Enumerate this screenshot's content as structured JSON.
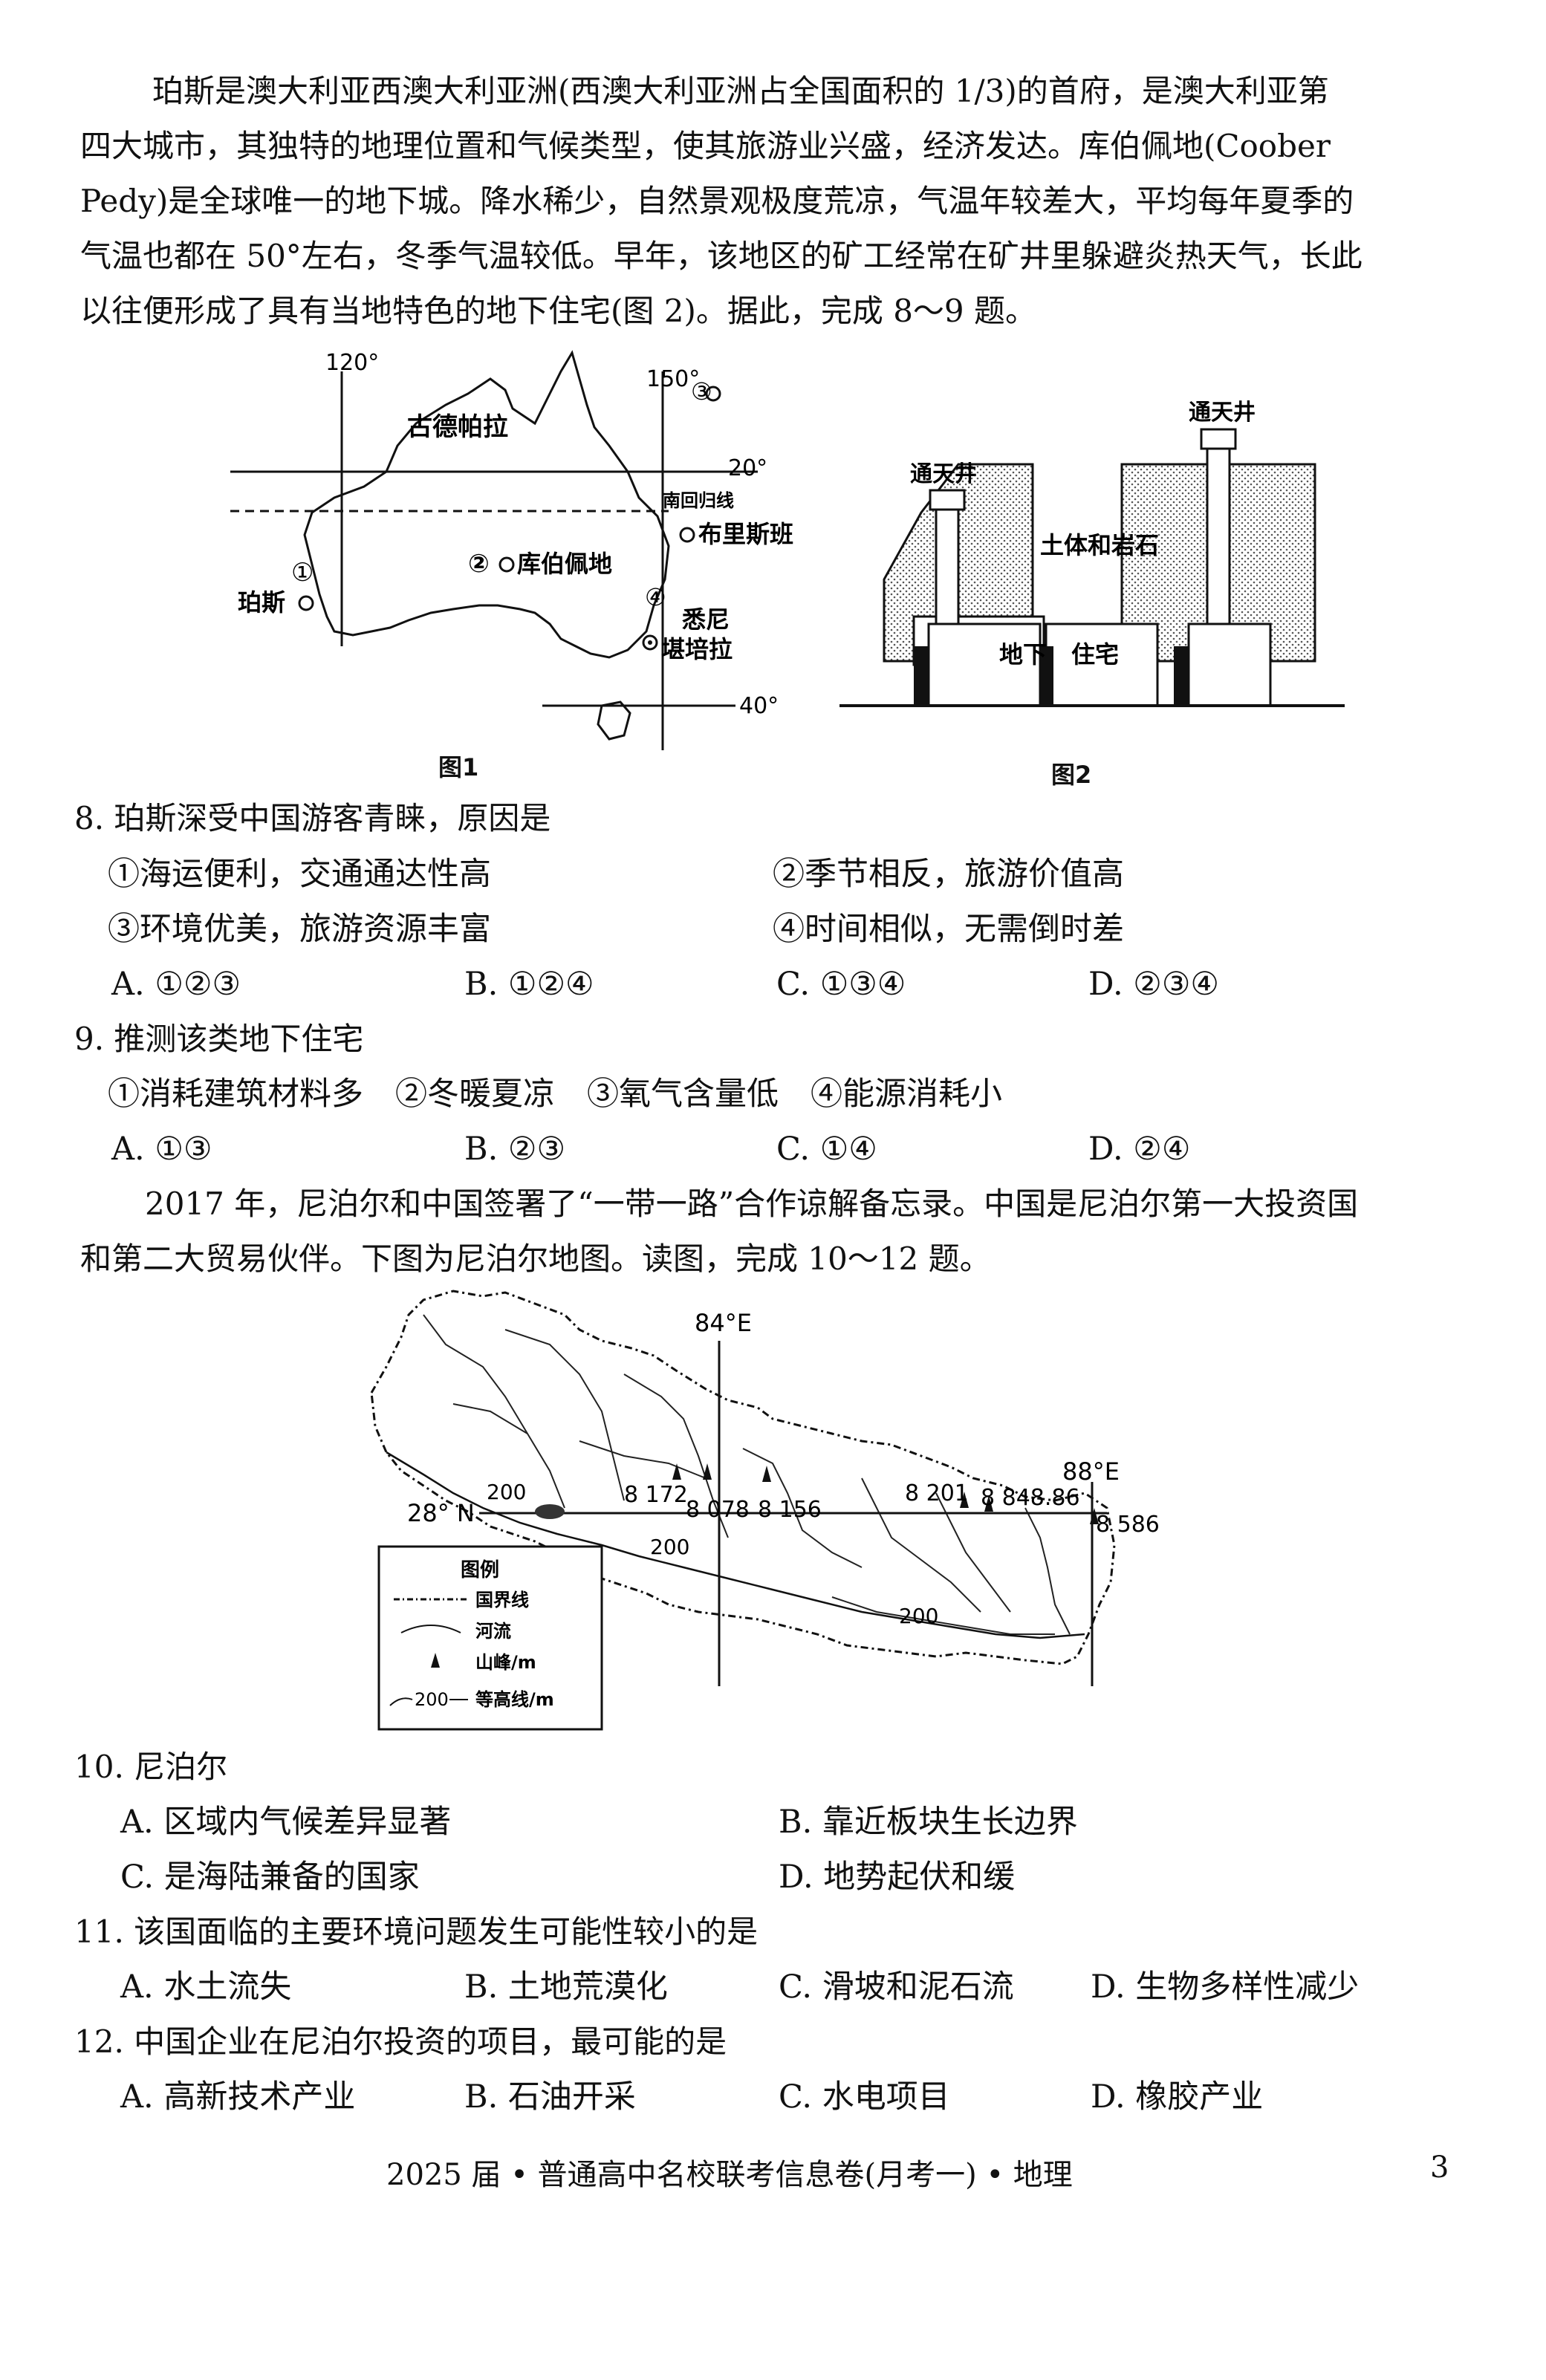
{
  "intro1": [
    "珀斯是澳大利亚西澳大利亚洲(西澳大利亚洲占全国面积的 1/3)的首府，是澳大利亚第",
    "四大城市，其独特的地理位置和气候类型，使其旅游业兴盛，经济发达。库伯佩地(Coober",
    "Pedy)是全球唯一的地下城。降水稀少，自然景观极度荒凉，气温年较差大，平均每年夏季的",
    "气温也都在 50°左右，冬季气温较低。早年，该地区的矿工经常在矿井里躲避炎热天气，长此",
    "以往便形成了具有当地特色的地下住宅(图 2)。据此，完成 8～9 题。"
  ],
  "fig1": {
    "lon120": "120°",
    "lon150": "150°",
    "lat20": "20°",
    "lat40": "40°",
    "tropic": "南回归线",
    "city_gudepala": "古德帕拉",
    "mark3": "③",
    "city_kubopeidi": "库伯佩地",
    "mark2": "②",
    "city_busibin": "布里斯班",
    "city_posi": "珀斯",
    "mark1": "①",
    "city_xini": "悉尼",
    "city_kanpeila": "堪培拉",
    "mark4": "④",
    "caption": "图1"
  },
  "fig2": {
    "shaft_right": "通天井",
    "shaft_left": "通天井",
    "soil": "土体和岩石",
    "under": "地下",
    "house": "住宅",
    "caption": "图2"
  },
  "q8": {
    "stem": "8. 珀斯深受中国游客青睐，原因是",
    "s1": "①海运便利，交通通达性高",
    "s2": "②季节相反，旅游价值高",
    "s3": "③环境优美，旅游资源丰富",
    "s4": "④时间相似，无需倒时差",
    "a": "A. ①②③",
    "b": "B. ①②④",
    "c": "C. ①③④",
    "d": "D. ②③④"
  },
  "q9": {
    "stem": "9. 推测该类地下住宅",
    "s": "①消耗建筑材料多　②冬暖夏凉　③氧气含量低　④能源消耗小",
    "a": "A. ①③",
    "b": "B. ②③",
    "c": "C. ①④",
    "d": "D. ②④"
  },
  "intro2": [
    "2017 年，尼泊尔和中国签署了“一带一路”合作谅解备忘录。中国是尼泊尔第一大投资国",
    "和第二大贸易伙伴。下图为尼泊尔地图。读图，完成 10～12 题。"
  ],
  "nepal": {
    "lon84": "84°E",
    "lon88": "88°E",
    "lat28": "28° N",
    "p1": "8 172",
    "p2": "8 078",
    "p3": "8 156",
    "p4": "8 201",
    "p5": "8 848.86",
    "p6": "8 586",
    "c1": "200",
    "c2": "200",
    "c3": "200",
    "legend_title": "图例",
    "leg_border": "国界线",
    "leg_river": "河流",
    "leg_peak": "山峰/m",
    "leg_contour_num": "200",
    "leg_contour": "等高线/m"
  },
  "q10": {
    "stem": "10. 尼泊尔",
    "a": "A. 区域内气候差异显著",
    "b": "B. 靠近板块生长边界",
    "c": "C. 是海陆兼备的国家",
    "d": "D. 地势起伏和缓"
  },
  "q11": {
    "stem": "11. 该国面临的主要环境问题发生可能性较小的是",
    "a": "A. 水土流失",
    "b": "B. 土地荒漠化",
    "c": "C. 滑坡和泥石流",
    "d": "D. 生物多样性减少"
  },
  "q12": {
    "stem": "12. 中国企业在尼泊尔投资的项目，最可能的是",
    "a": "A. 高新技术产业",
    "b": "B. 石油开采",
    "c": "C. 水电项目",
    "d": "D. 橡胶产业"
  },
  "footer": "2025 届 • 普通高中名校联考信息卷(月考一) • 地理",
  "page_number": "3"
}
